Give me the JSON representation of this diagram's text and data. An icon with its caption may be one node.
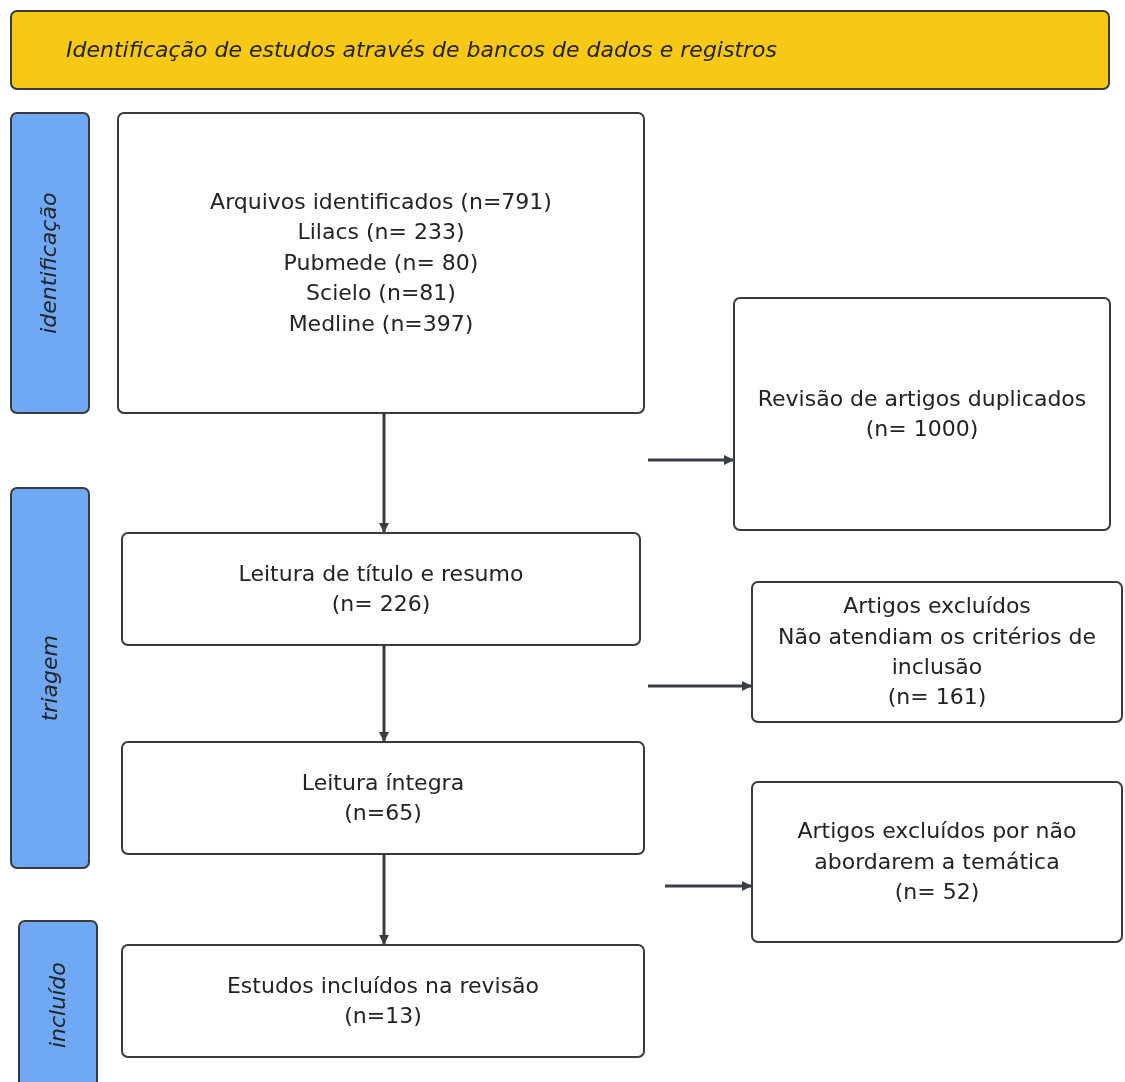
{
  "diagram": {
    "nodes": [
      {
        "text": [
          "Identificação de estudos através de bancos de dados e registros"
        ]
      },
      {
        "text": [
          "identificação"
        ]
      },
      {
        "text": [
          "Arquivos identificados (n=791)",
          "Lilacs (n= 233)",
          "Pubmede (n= 80)",
          "Scielo (n=81)",
          "Medline (n=397)"
        ]
      },
      {
        "text": [
          "Revisão de artigos duplicados",
          "(n= 1000)"
        ]
      },
      {
        "text": [
          "triagem"
        ]
      },
      {
        "text": [
          "Leitura de título e resumo",
          "(n= 226)"
        ]
      },
      {
        "text": [
          "Artigos excluídos",
          "Não atendiam os critérios de inclusão",
          "(n= 161)"
        ]
      },
      {
        "text": [
          "Leitura íntegra",
          "(n=65)"
        ]
      },
      {
        "text": [
          "Artigos excluídos por não abordarem a temática",
          "(n= 52)"
        ]
      },
      {
        "text": [
          "incluído"
        ]
      },
      {
        "text": [
          "Estudos incluídos na revisão",
          "(n=13)"
        ]
      }
    ],
    "edges": [
      {
        "from": 2,
        "to": 5,
        "arrow": "to"
      },
      {
        "from": null,
        "to": 3,
        "arrow": "to"
      },
      {
        "from": 5,
        "to": 7,
        "arrow": "to"
      },
      {
        "from": null,
        "to": 6,
        "arrow": "to"
      },
      {
        "from": 7,
        "to": 10,
        "arrow": "to"
      },
      {
        "from": null,
        "to": 8,
        "arrow": "to"
      }
    ]
  }
}
